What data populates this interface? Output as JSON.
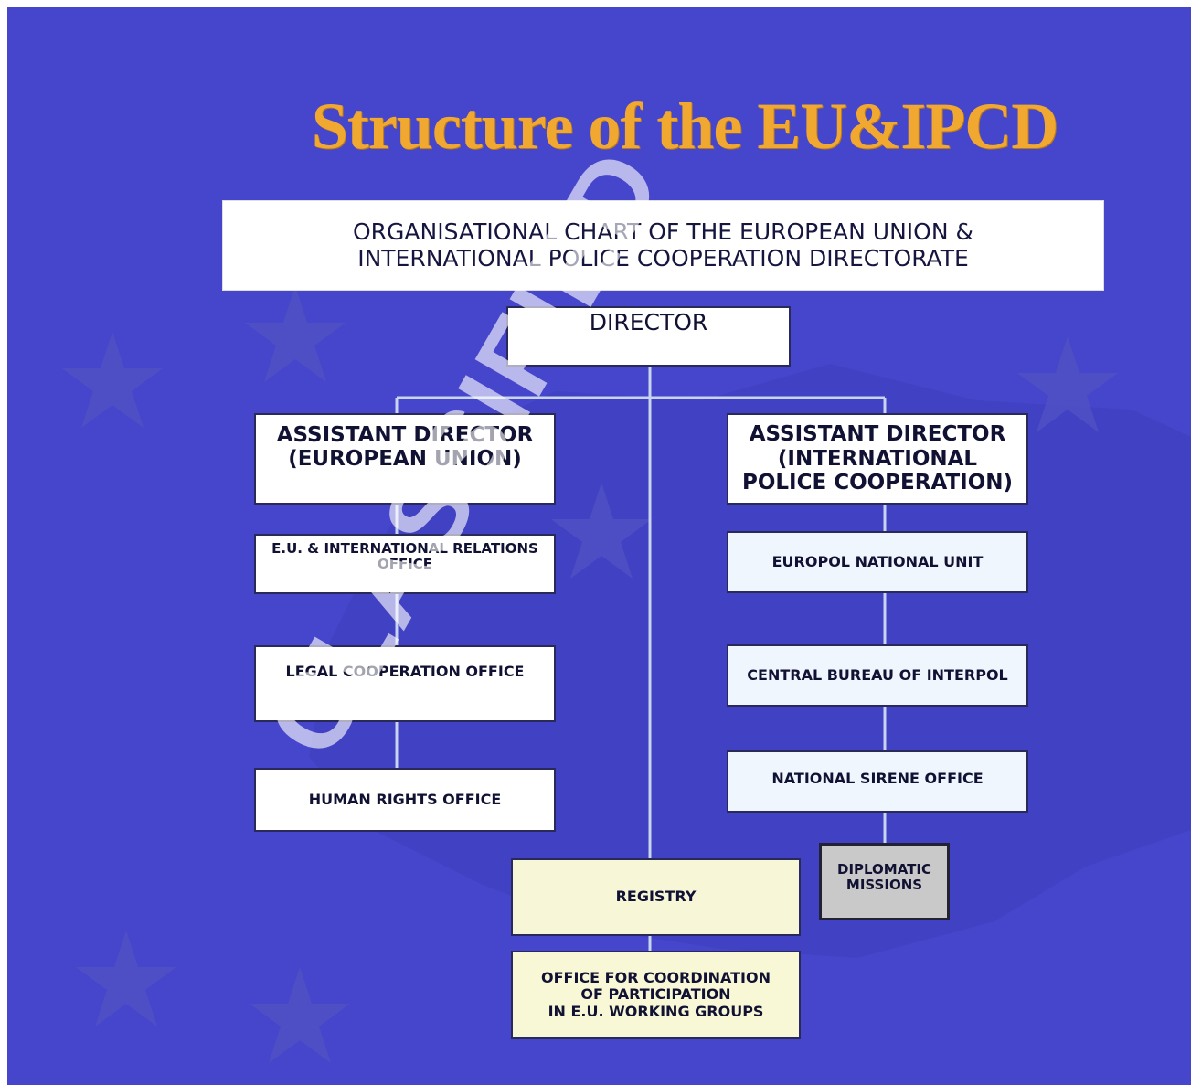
{
  "title": "Structure of the EU&IPCD",
  "chart_header": "ORGANISATIONAL CHART OF THE EUROPEAN UNION &\nINTERNATIONAL POLICE COOPERATION DIRECTORATE",
  "director": "DIRECTOR",
  "assistant_eu": "ASSISTANT DIRECTOR\n(EUROPEAN UNION)",
  "assistant_ipc": "ASSISTANT DIRECTOR\n(INTERNATIONAL\nPOLICE COOPERATION)",
  "eu_offices": [
    "E.U. & INTERNATIONAL RELATIONS\nOFFICE",
    "LEGAL COOPERATION OFFICE",
    "HUMAN RIGHTS OFFICE"
  ],
  "ipc_offices": [
    "EUROPOL NATIONAL UNIT",
    "CENTRAL BUREAU OF INTERPOL",
    "NATIONAL SIRENE OFFICE"
  ],
  "diplomatic_missions": "DIPLOMATIC\nMISSIONS",
  "registry": "REGISTRY",
  "coordination_office": "OFFICE FOR COORDINATION\nOF PARTICIPATION\nIN E.U. WORKING GROUPS",
  "watermark": "CLASSIFIED",
  "colors": {
    "background": "#4646cc",
    "title": "#f0a830",
    "connector": "#c8d4f0",
    "watermark": "#ffffff"
  }
}
